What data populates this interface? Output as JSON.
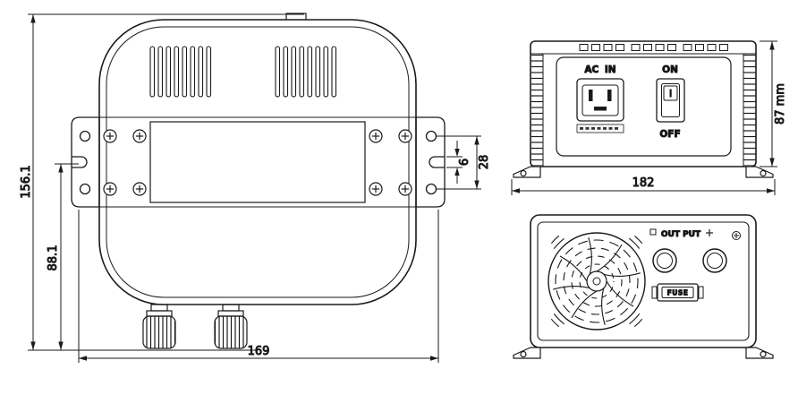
{
  "drawing": {
    "top_view": {
      "dim_overall_height": "156.1",
      "dim_mount_height": "88.1",
      "dim_width": "169",
      "dim_slot": "6",
      "dim_bracket": "28"
    },
    "front_view": {
      "ac_in": "AC IN",
      "on": "ON",
      "off": "OFF",
      "dim_width": "182",
      "dim_height": "87 mm"
    },
    "rear_view": {
      "output": "OUT PUT",
      "fuse": "FUSE"
    }
  }
}
